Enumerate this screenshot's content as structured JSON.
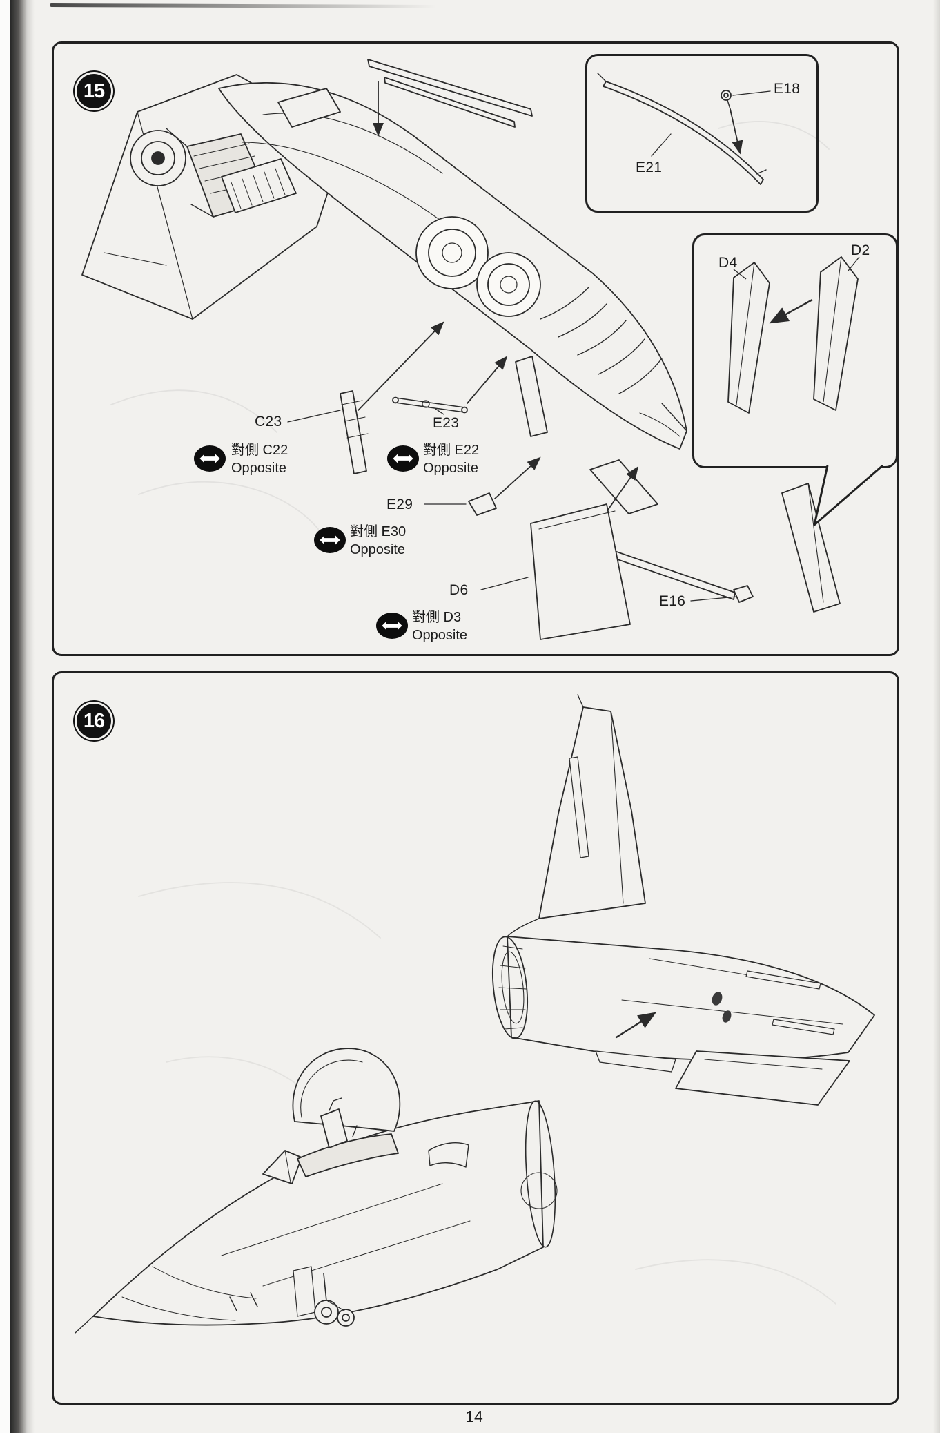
{
  "page": {
    "number": "14"
  },
  "step15": {
    "badge": "15",
    "inset_cable": {
      "grommet": "E18",
      "strip": "E21"
    },
    "inset_fins": {
      "left": "D4",
      "right": "D2"
    },
    "callouts": {
      "c23": {
        "part": "C23",
        "opposite": "對側 C22",
        "opposite_en": "Opposite"
      },
      "e23": {
        "part": "E23",
        "opposite": "對側 E22",
        "opposite_en": "Opposite"
      },
      "e29": {
        "part": "E29",
        "opposite": "對側 E30",
        "opposite_en": "Opposite"
      },
      "d6": {
        "part": "D6",
        "opposite": "對側 D3",
        "opposite_en": "Opposite"
      },
      "e16": {
        "part": "E16"
      }
    }
  },
  "step16": {
    "badge": "16"
  }
}
